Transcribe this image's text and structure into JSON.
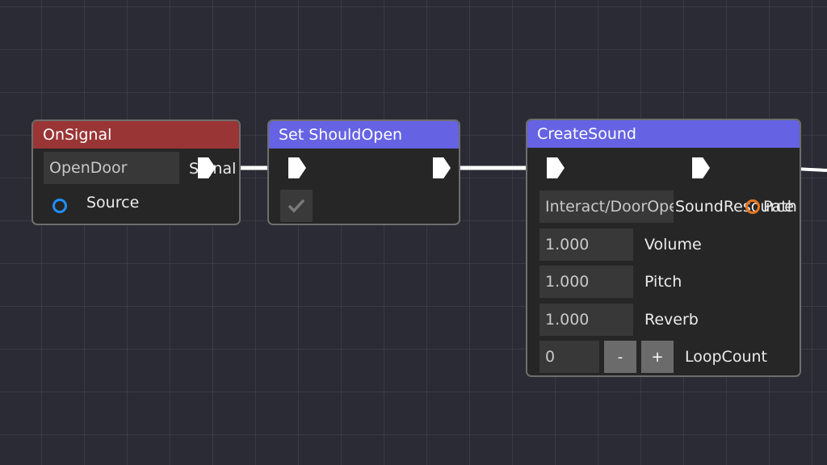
{
  "nodes": {
    "on_signal": {
      "title": "OnSignal",
      "signal_name_value": "OpenDoor",
      "signal_out_label": "Signal",
      "source_label": "Source"
    },
    "set_should_open": {
      "title": "Set ShouldOpen",
      "checked": true
    },
    "create_sound": {
      "title": "CreateSound",
      "resource_value": "Interact/DoorOpen",
      "resource_label": "SoundResource",
      "path_label": "Path",
      "volume_value": "1.000",
      "volume_label": "Volume",
      "pitch_value": "1.000",
      "pitch_label": "Pitch",
      "reverb_value": "1.000",
      "reverb_label": "Reverb",
      "loopcount_value": "0",
      "loopcount_label": "LoopCount",
      "decrement_label": "-",
      "increment_label": "+"
    }
  },
  "colors": {
    "event_header": "#9a3535",
    "action_header": "#6563e3",
    "source_pin": "#1e90ff",
    "path_pin": "#e8761f",
    "wire": "#ffffff"
  },
  "icons": {
    "exec_pin": "exec-pin-icon",
    "checkmark": "checkmark-icon"
  }
}
